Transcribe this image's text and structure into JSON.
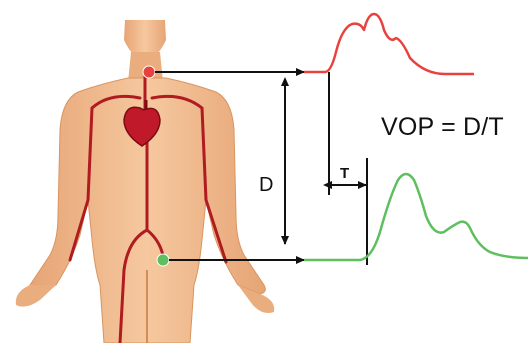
{
  "labels": {
    "distance": "D",
    "transit_time": "T",
    "formula": "VOP = D/T"
  },
  "colors": {
    "skin": "#f0b98c",
    "skin_shadow": "#d99a6a",
    "artery": "#b01b20",
    "heart": "#c0192a",
    "proximal_pulse": "#e8423f",
    "distal_pulse": "#5fbf5f",
    "proximal_marker": "#e8423f",
    "distal_marker": "#5fbf5f",
    "annotation": "#111111"
  },
  "icons": {
    "body": "human-body-figure",
    "heart": "heart-icon",
    "proximal_marker": "carotid-sensor-dot",
    "distal_marker": "femoral-sensor-dot"
  }
}
